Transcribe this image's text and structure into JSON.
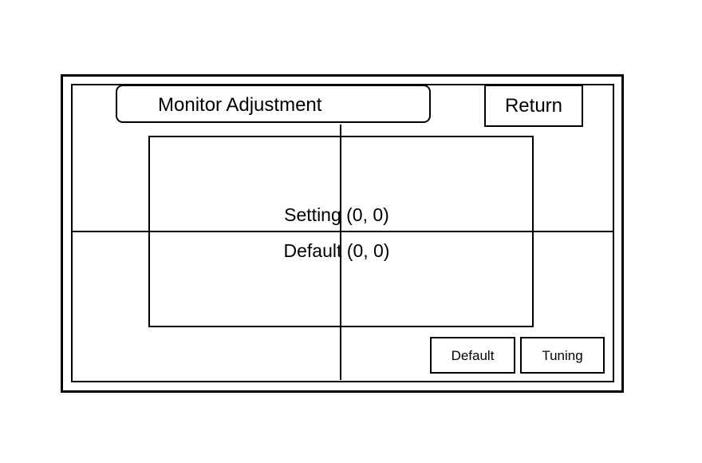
{
  "header": {
    "title": "Monitor Adjustment",
    "return_label": "Return"
  },
  "display": {
    "setting_label": "Setting (0, 0)",
    "default_label": "Default (0, 0)"
  },
  "footer": {
    "default_button_label": "Default",
    "tuning_button_label": "Tuning"
  }
}
